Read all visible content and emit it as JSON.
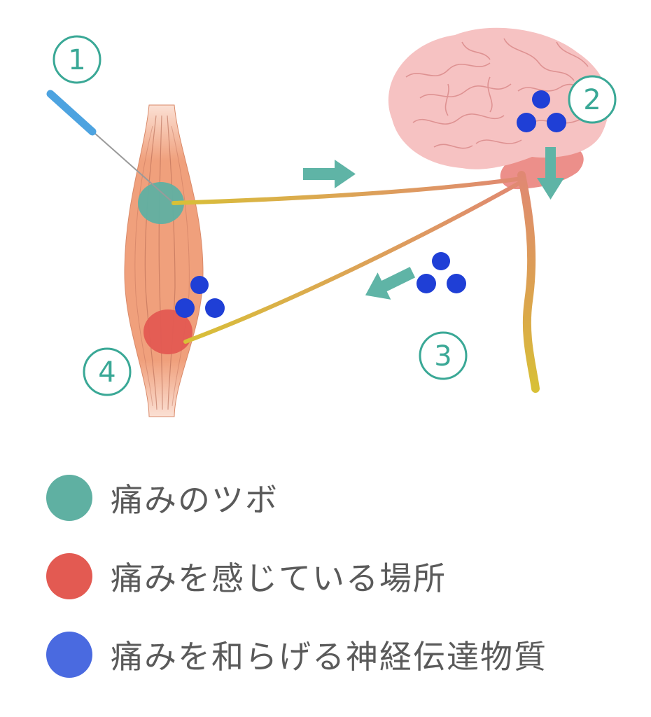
{
  "steps": [
    "1",
    "2",
    "3",
    "4"
  ],
  "colors": {
    "acupoint": "#5fb0a2",
    "pain_site": "#e35a52",
    "neurotransmitter": "#1f3fd6",
    "legend_neurotransmitter": "#4a6ae0",
    "arrow": "#5fb4a6",
    "step_label": "#3aa896",
    "needle_handle": "#4da3e0",
    "muscle": "#f0a07c",
    "brain": "#f6c2c2",
    "nerve_start": "#d8c037",
    "nerve_end": "#e08873"
  },
  "legend": [
    {
      "label": "痛みのツボ",
      "color": "#5fb0a2"
    },
    {
      "label": "痛みを感じている場所",
      "color": "#e35a52"
    },
    {
      "label": "痛みを和らげる神経伝達物質",
      "color": "#4a6ae0"
    }
  ]
}
